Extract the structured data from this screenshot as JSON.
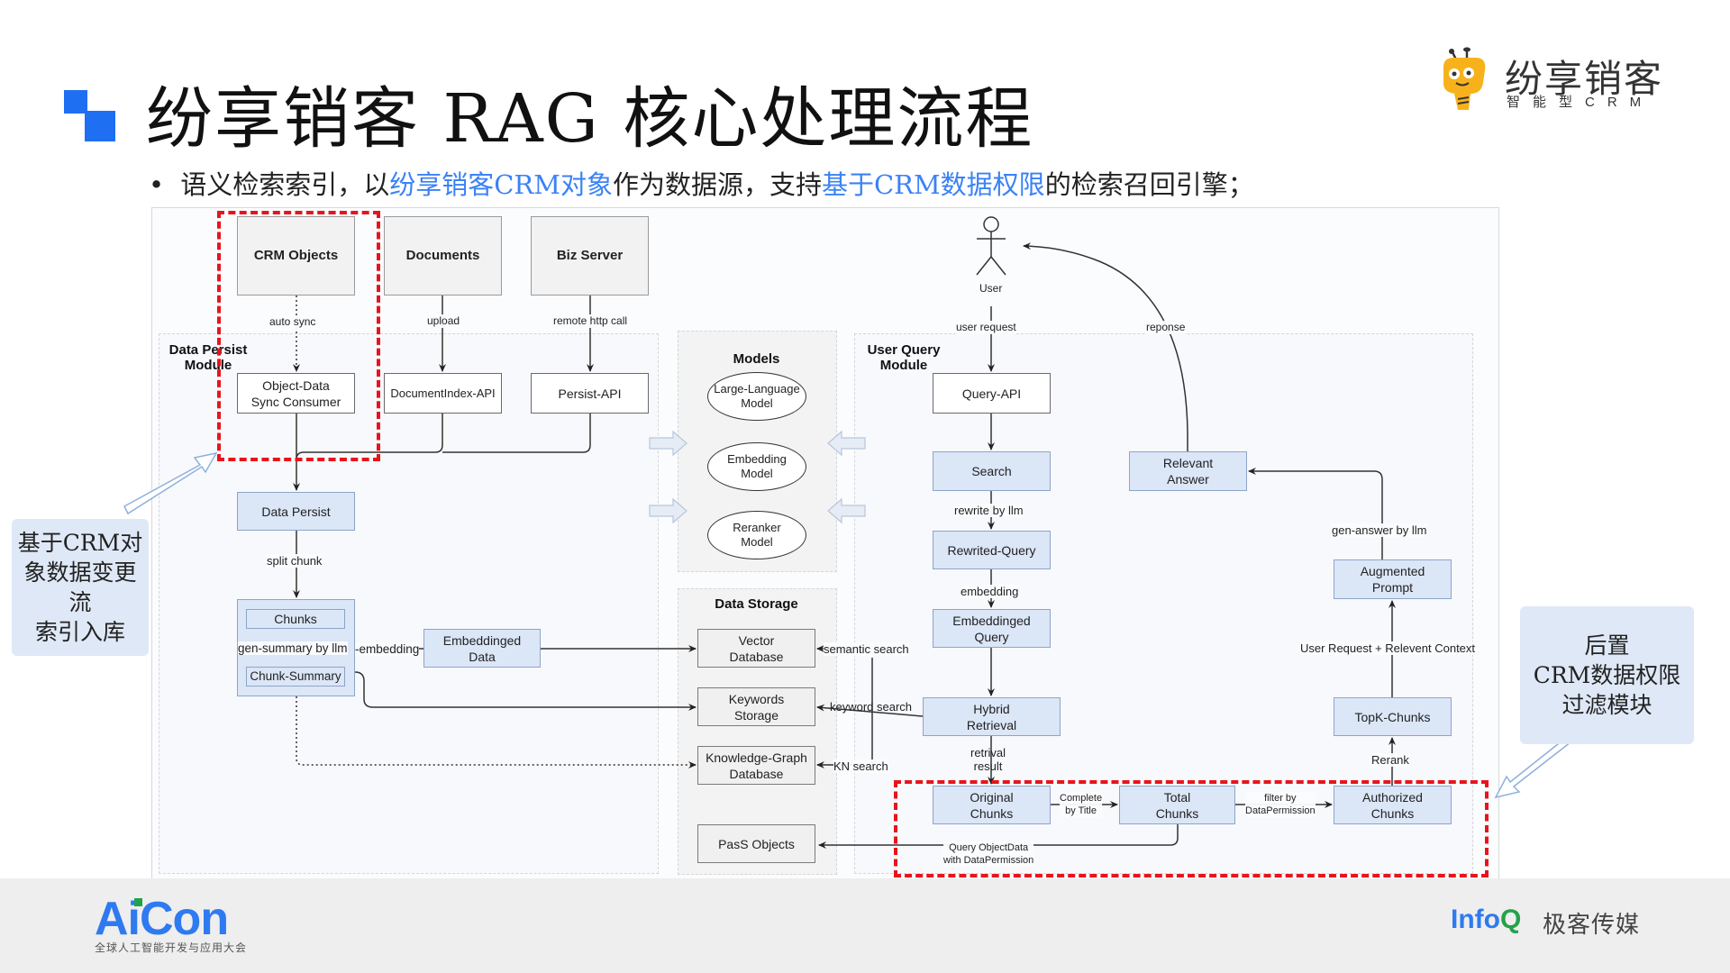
{
  "header": {
    "title": "纷享销客 RAG 核心处理流程",
    "bullet": {
      "p1": "语义检索索引，以",
      "h1": "纷享销客CRM对象",
      "p2": "作为数据源，支持",
      "h2": "基于CRM数据权限",
      "p3": "的检索召回引擎；"
    },
    "logo": {
      "name": "纷享销客",
      "subtitle": "智能型CRM",
      "icon": "bee-mascot-icon"
    }
  },
  "diagram": {
    "sources": {
      "crm_objects": "CRM Objects",
      "documents": "Documents",
      "biz_server": "Biz Server"
    },
    "source_edges": {
      "auto_sync": "auto sync",
      "upload": "upload",
      "remote_http": "remote http call"
    },
    "data_persist_module": {
      "title_line1": "Data Persist",
      "title_line2": "Module",
      "object_data_line1": "Object-Data",
      "object_data_line2": "Sync Consumer",
      "document_index_api": "DocumentIndex-API",
      "persist_api": "Persist-API",
      "data_persist": "Data Persist",
      "split_chunk": "split chunk",
      "chunks": "Chunks",
      "gen_summary": "gen-summary by llm",
      "chunk_summary": "Chunk-Summary",
      "embedding": "-embedding",
      "embeddinged_line1": "Embeddinged",
      "embeddinged_line2": "Data"
    },
    "models": {
      "title": "Models",
      "llm_line1": "Large-Language",
      "llm_line2": "Model",
      "embedding_line1": "Embedding",
      "embedding_line2": "Model",
      "reranker_line1": "Reranker",
      "reranker_line2": "Model"
    },
    "data_storage": {
      "title": "Data Storage",
      "vector_line1": "Vector",
      "vector_line2": "Database",
      "keywords_line1": "Keywords",
      "keywords_line2": "Storage",
      "kg_line1": "Knowledge-Graph",
      "kg_line2": "Database",
      "pass_objects": "PasS Objects"
    },
    "search_edges": {
      "semantic": "semantic search",
      "keyword": "keyword search",
      "kn": "KN search"
    },
    "user_query_module": {
      "user": "User",
      "user_request": "user request",
      "response": "reponse",
      "title_line1": "User Query",
      "title_line2": "Module",
      "query_api": "Query-API",
      "search": "Search",
      "rewrite_by_llm": "rewrite by llm",
      "rewrited_query": "Rewrited-Query",
      "embedding": "embedding",
      "embedded_query_line1": "Embeddinged",
      "embedded_query_line2": "Query",
      "hybrid_line1": "Hybrid",
      "hybrid_line2": "Retrieval",
      "retrival_line1": "retrival",
      "retrival_line2": "result",
      "original_line1": "Original",
      "original_line2": "Chunks",
      "complete_line1": "Complete",
      "complete_line2": "by Title",
      "total_line1": "Total",
      "total_line2": "Chunks",
      "filter_line1": "filter by",
      "filter_line2": "DataPermission",
      "authorized_line1": "Authorized",
      "authorized_line2": "Chunks",
      "query_obj_line1": "Query ObjectData",
      "query_obj_line2": "with DataPermission",
      "rerank": "Rerank",
      "topk": "TopK-Chunks",
      "context": "User Request + Relevent Context",
      "augmented_line1": "Augmented",
      "augmented_line2": "Prompt",
      "gen_answer": "gen-answer by llm",
      "relevant_line1": "Relevant",
      "relevant_line2": "Answer"
    },
    "callouts": {
      "left_lines": [
        "基于CRM对",
        "象数据变更",
        "流",
        "索引入库"
      ],
      "right_lines": [
        "后置",
        "CRM数据权限",
        "过滤模块"
      ]
    },
    "colors": {
      "highlight_red": "#e8141c",
      "accent_blue": "#1f6ff2",
      "node_blue": "#dbe6f7",
      "callout_blue": "#dfe8f6"
    }
  },
  "footer": {
    "left_brand": "AiCon",
    "left_sub": "全球人工智能开发与应用大会",
    "right_brand": "InfoQ",
    "right_cn": "极客传媒"
  }
}
